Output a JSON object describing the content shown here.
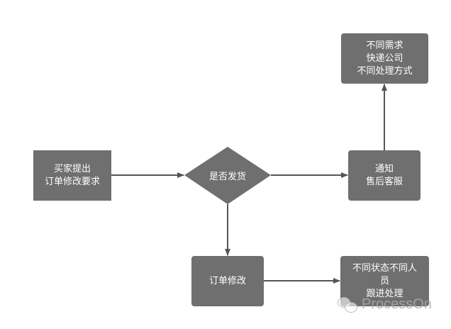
{
  "nodes": {
    "start": {
      "lines": [
        "买家提出",
        "订单修改要求"
      ]
    },
    "decision": {
      "label": "是否发货"
    },
    "notify": {
      "lines": [
        "通知",
        "售后客服"
      ]
    },
    "top_result": {
      "lines": [
        "不同需求",
        "快递公司",
        "不同处理方式"
      ]
    },
    "modify": {
      "lines": [
        "订单修改"
      ]
    },
    "bottom_result": {
      "lines": [
        "不同状态不同人",
        "员",
        "跟进处理"
      ]
    }
  },
  "watermark": {
    "text": "ProcessOn"
  },
  "colors": {
    "node_fill": "#6f6f6f",
    "edge": "#555555",
    "text": "#ffffff"
  }
}
